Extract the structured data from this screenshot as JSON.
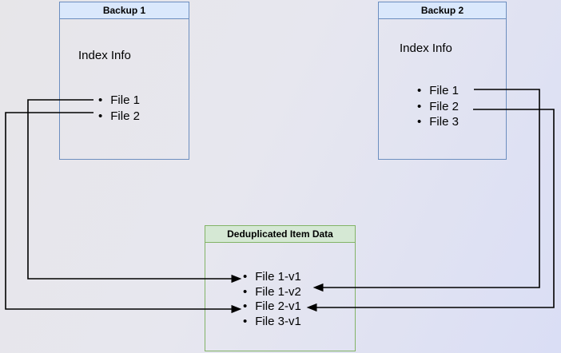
{
  "diagram": {
    "backup1": {
      "title": "Backup 1",
      "subtitle": "Index Info",
      "items": [
        "File 1",
        "File 2"
      ]
    },
    "backup2": {
      "title": "Backup 2",
      "subtitle": "Index Info",
      "items": [
        "File 1",
        "File 2",
        "File 3"
      ]
    },
    "dedup": {
      "title": "Deduplicated Item Data",
      "items": [
        "File 1-v1",
        "File 1-v2",
        "File 2-v1",
        "File 3-v1"
      ]
    },
    "connections": [
      {
        "from": "Backup 1 / File 1",
        "to": "Deduplicated Item Data / File 1-v1"
      },
      {
        "from": "Backup 1 / File 2",
        "to": "Deduplicated Item Data / File 2-v1"
      },
      {
        "from": "Backup 2 / File 1",
        "to": "Deduplicated Item Data / File 1-v2"
      },
      {
        "from": "Backup 2 / File 2",
        "to": "Deduplicated Item Data / File 2-v1"
      }
    ],
    "colors": {
      "backup_header_fill": "#dae8fc",
      "backup_border": "#6c8ebf",
      "dedup_header_fill": "#d5e8d4",
      "dedup_border": "#82b366",
      "connector": "#000000",
      "text": "#000000",
      "background_start": "#e7e6e9",
      "background_end": "#dadef5"
    }
  }
}
